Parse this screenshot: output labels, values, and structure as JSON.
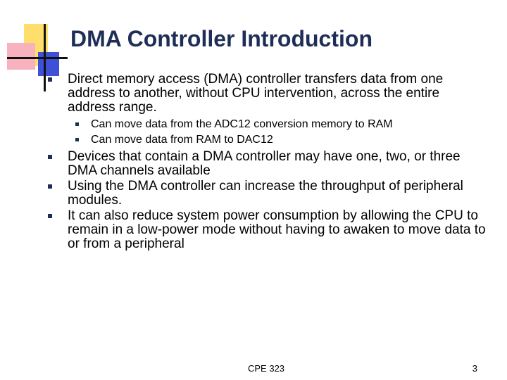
{
  "slide": {
    "title": "DMA Controller Introduction",
    "bullets": [
      "Direct memory access (DMA) controller transfers data from one address to another, without CPU intervention, across the entire address range.",
      "Devices that contain a DMA controller may have one, two, or three DMA channels available",
      "Using the DMA controller can increase the throughput of peripheral modules.",
      "It can also reduce system power consumption by allowing the CPU to remain in a low-power mode without having to awaken to move data to or from a peripheral"
    ],
    "sub_bullets": [
      "Can move data from the ADC12 conversion memory to RAM",
      "Can move data from RAM to DAC12"
    ],
    "footer_center": "CPE 323",
    "page_number": "3"
  },
  "colors": {
    "title": "#1F2E57",
    "deco_yellow": "#FFDE6B",
    "deco_pink": "#F7B2BE",
    "deco_blue": "#3E4FD8"
  }
}
